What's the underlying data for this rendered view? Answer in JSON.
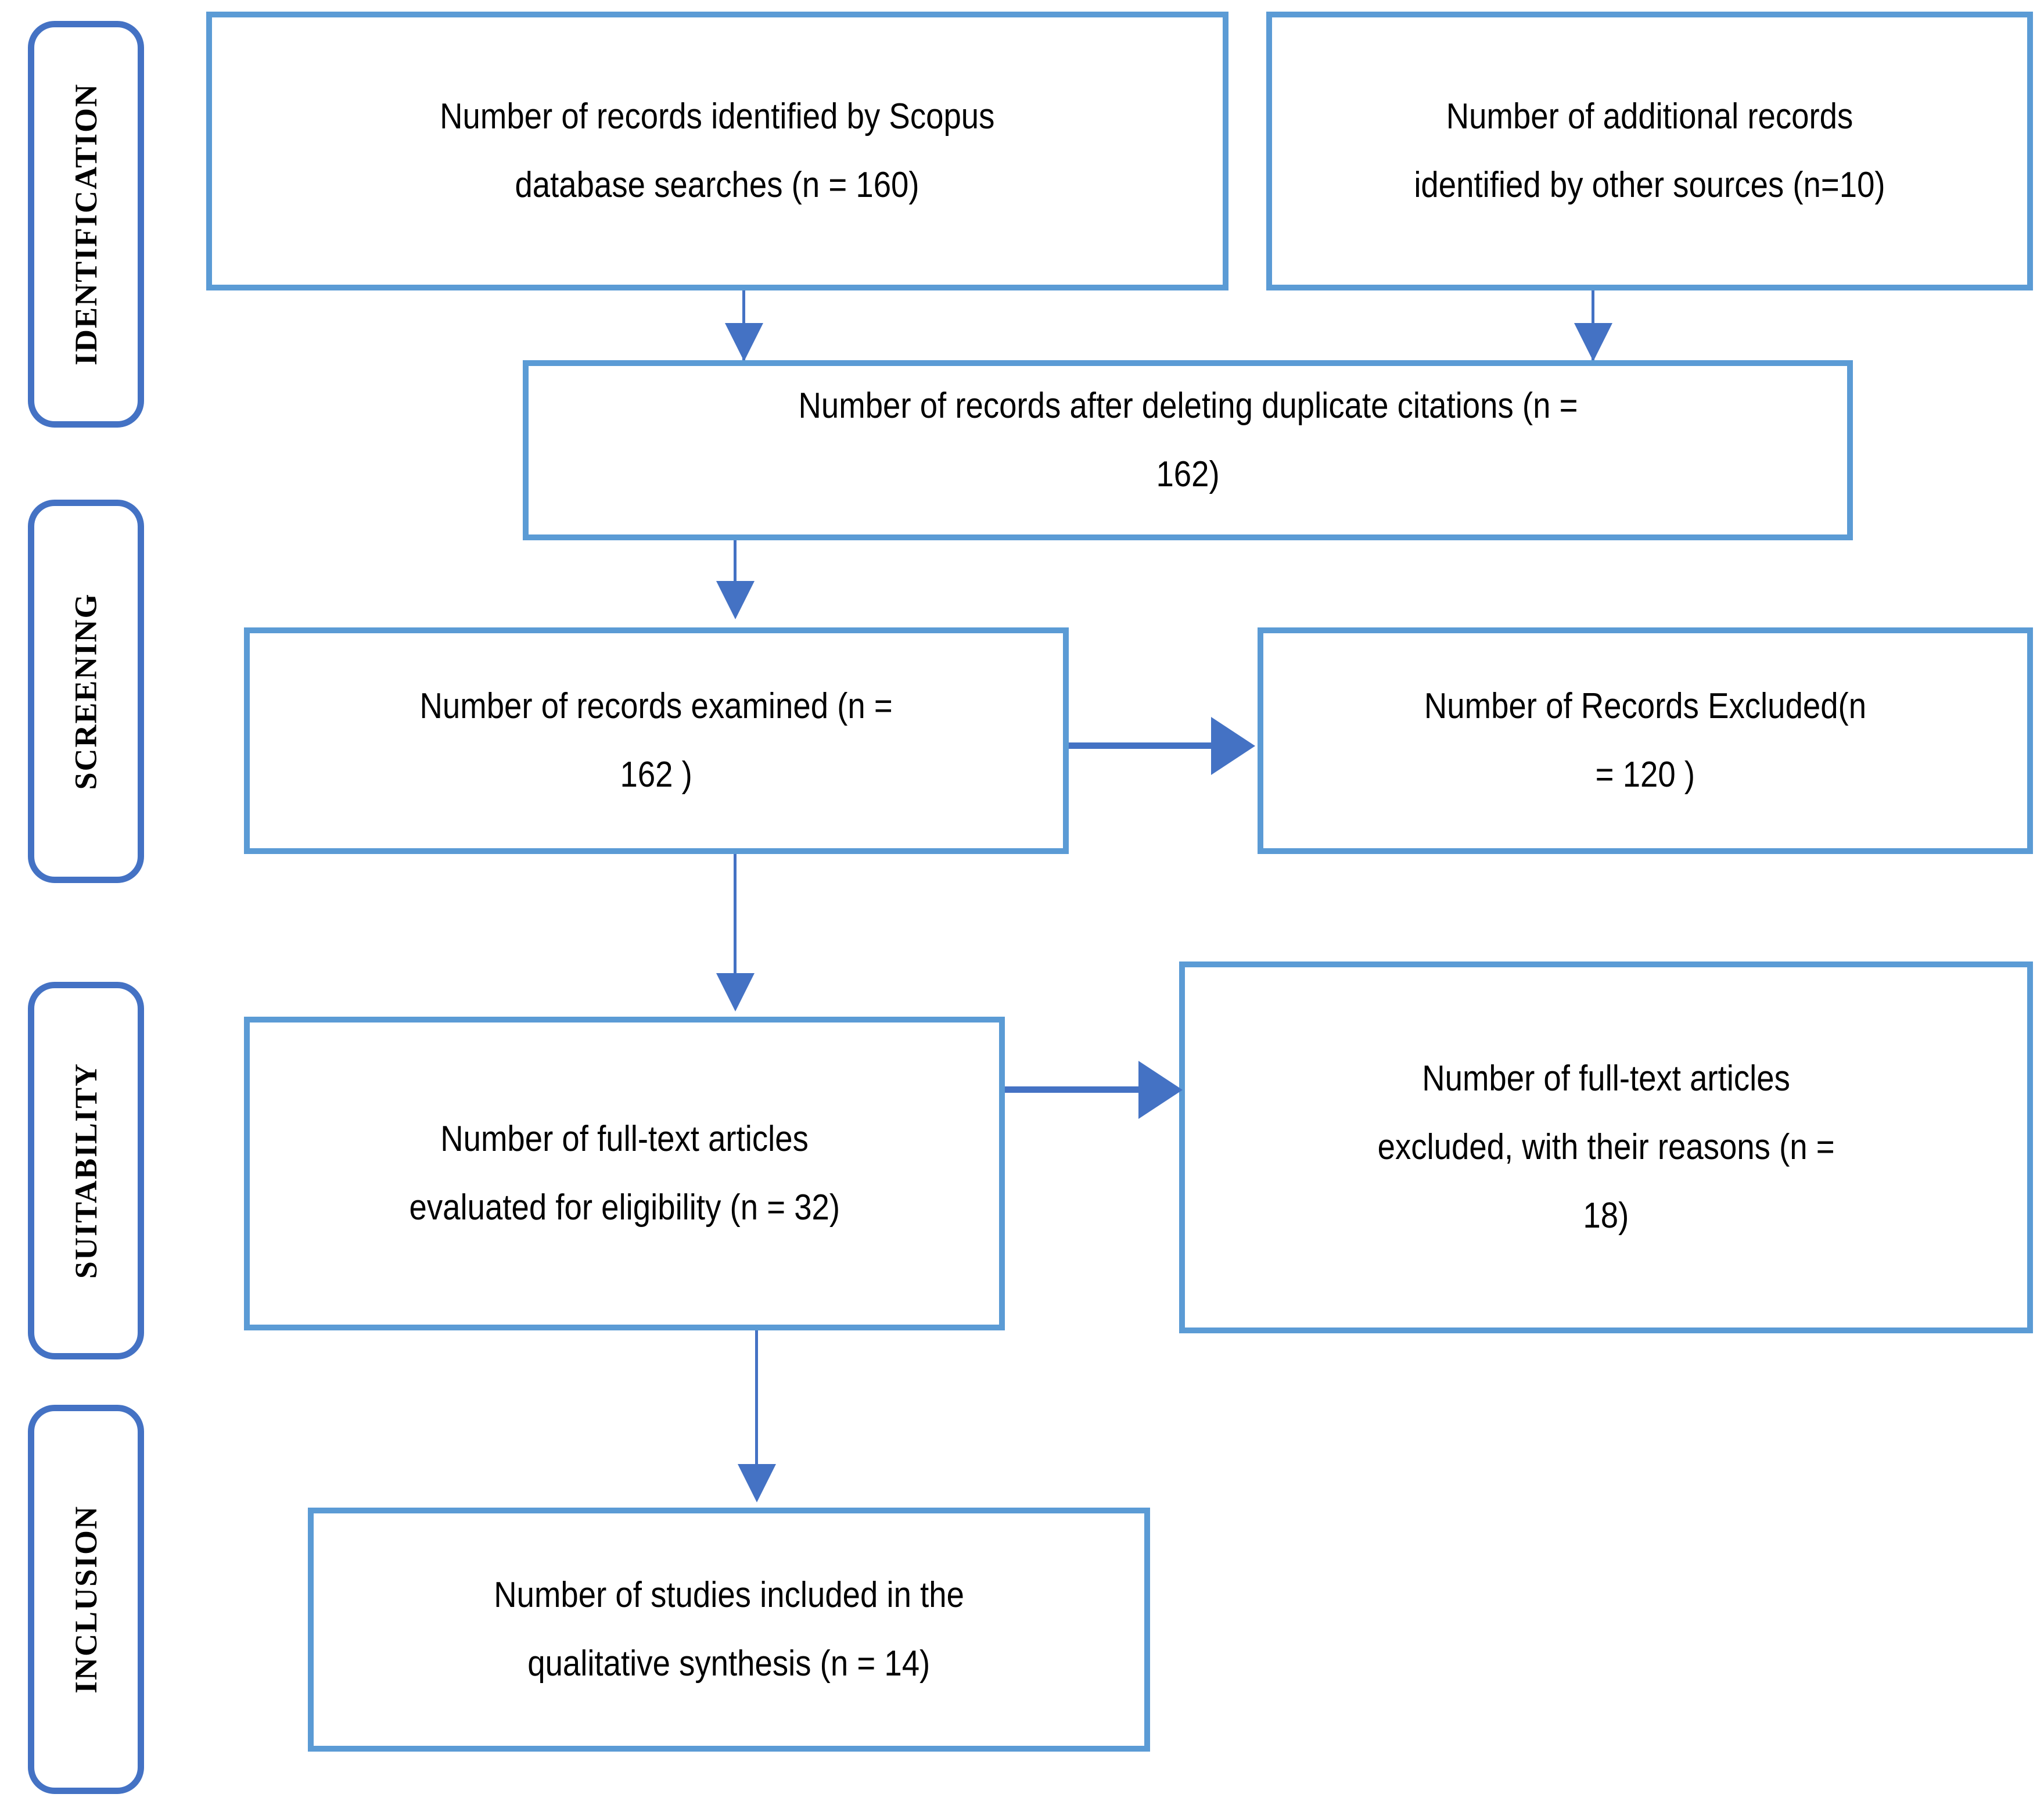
{
  "diagram": {
    "title": "PRISMA study selection flow diagram",
    "colors": {
      "box_border": "#5B9BD5",
      "stage_border": "#4472C4",
      "arrow": "#4472C4",
      "box_fill": "#ffffff",
      "text": "#000000"
    },
    "stages": [
      {
        "id": "identification",
        "label": "IDENTIFICATION"
      },
      {
        "id": "screening",
        "label": "SCREENING"
      },
      {
        "id": "suitability",
        "label": "SUITABILITY"
      },
      {
        "id": "inclusion",
        "label": "INCLUSION"
      }
    ],
    "boxes": {
      "scopus_records": {
        "line1": "Number of records identified by Scopus",
        "line2": "database searches (n = 160)",
        "n": 160
      },
      "other_records": {
        "line1": "Number of additional records",
        "line2": "identified by other sources (n=10)",
        "n": 10
      },
      "after_duplicates": {
        "line1": "Number of records after deleting duplicate citations (n =",
        "line2": "162)",
        "n": 162
      },
      "records_examined": {
        "line1": "Number of records examined (n =",
        "line2": "162 )",
        "n": 162
      },
      "records_excluded": {
        "line1": "Number of Records Excluded(n",
        "line2": "= 120 )",
        "n": 120
      },
      "fulltext_assessed": {
        "line1": "Number of full-text articles",
        "line2": "evaluated for eligibility (n = 32)",
        "n": 32
      },
      "fulltext_excluded": {
        "line1": "Number of full-text articles",
        "line2": "excluded, with their reasons (n =",
        "line3": "18)",
        "n": 18
      },
      "studies_included": {
        "line1": "Number of studies included in the",
        "line2": "qualitative synthesis (n = 14)",
        "n": 14
      }
    }
  }
}
